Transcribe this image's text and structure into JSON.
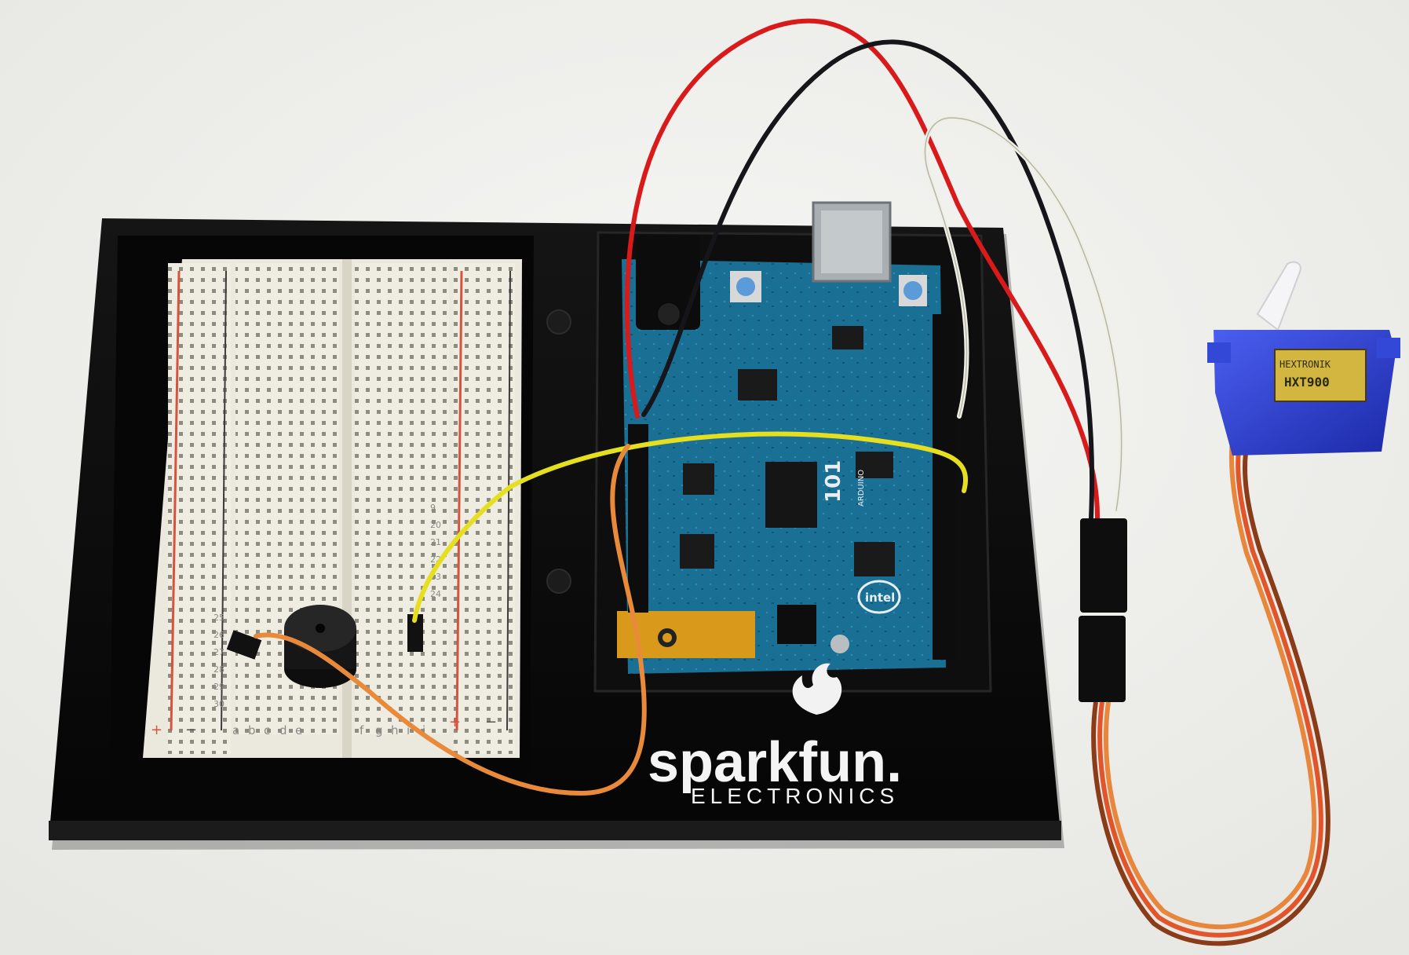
{
  "breadboard": {
    "columns_left": [
      "a",
      "b",
      "c",
      "d",
      "e"
    ],
    "columns_right": [
      "f",
      "g",
      "h",
      "i",
      "j"
    ],
    "rows_top": [
      "25",
      "26",
      "27",
      "28",
      "29",
      "30"
    ],
    "rows_side": [
      "9",
      "20",
      "21",
      "22",
      "23",
      "24"
    ],
    "rail_plus": "+",
    "rail_minus": "−"
  },
  "board": {
    "model_label": "101",
    "maker_label": "intel",
    "brand_label": "ARDUINO"
  },
  "base_plate": {
    "brand": "sparkfun.",
    "tagline": "ELECTRONICS"
  },
  "servo": {
    "maker": "HEXTRONIK",
    "model": "HXT900"
  },
  "colors": {
    "background": "#f1f1ef",
    "plate": "#0b0b0b",
    "breadboard": "#f0eee6",
    "arduino_blue": "#1a6f94",
    "wire_red": "#d81a1a",
    "wire_black": "#15151a",
    "wire_white": "#efefe4",
    "wire_yellow": "#e6df20",
    "wire_orange": "#e88a3a",
    "servo_blue": "#2a3fd0"
  }
}
